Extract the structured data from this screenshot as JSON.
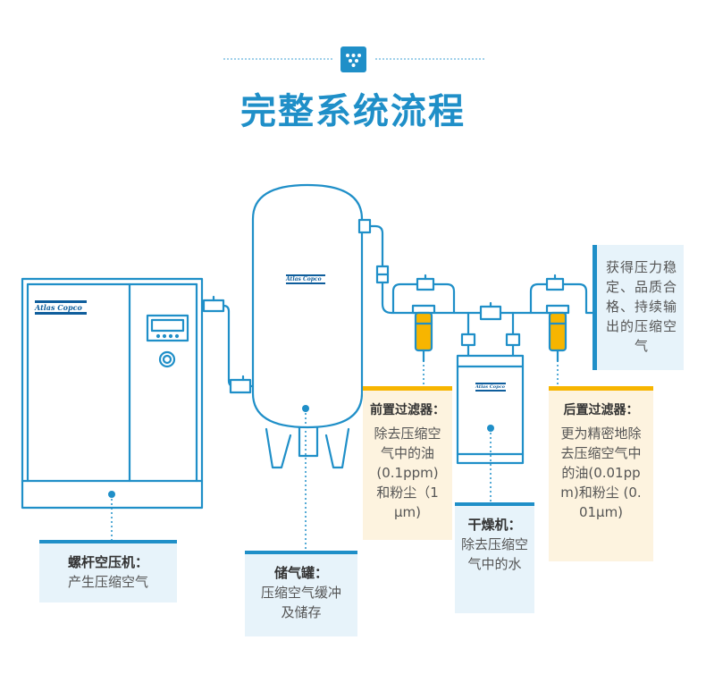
{
  "title": "完整系统流程",
  "brand": "Atlas Copco",
  "compressor": {
    "title": "螺杆空压机：",
    "desc": "产生压缩空气"
  },
  "tank": {
    "title": "储气罐：",
    "desc": "压缩空气缓冲及储存"
  },
  "pre_filter": {
    "title": "前置过滤器：",
    "desc": "除去压缩空气中的油(0.1ppm)和粉尘（1μm)"
  },
  "dryer": {
    "title": "干燥机：",
    "desc": "除去压缩空气中的水"
  },
  "post_filter": {
    "title": "后置过滤器：",
    "desc": "更为精密地除去压缩空气中的油(0.01ppm)和粉尘 (0.01μm)"
  },
  "result": {
    "desc": "获得压力稳定、品质合格、持续输出的压缩空气"
  },
  "colors": {
    "accent": "#1f8fc8",
    "yellow": "#f7b500",
    "card_bg": "#e7f3fa",
    "yellow_bg": "#fdf3df",
    "brand_blue": "#0f5e9c"
  }
}
